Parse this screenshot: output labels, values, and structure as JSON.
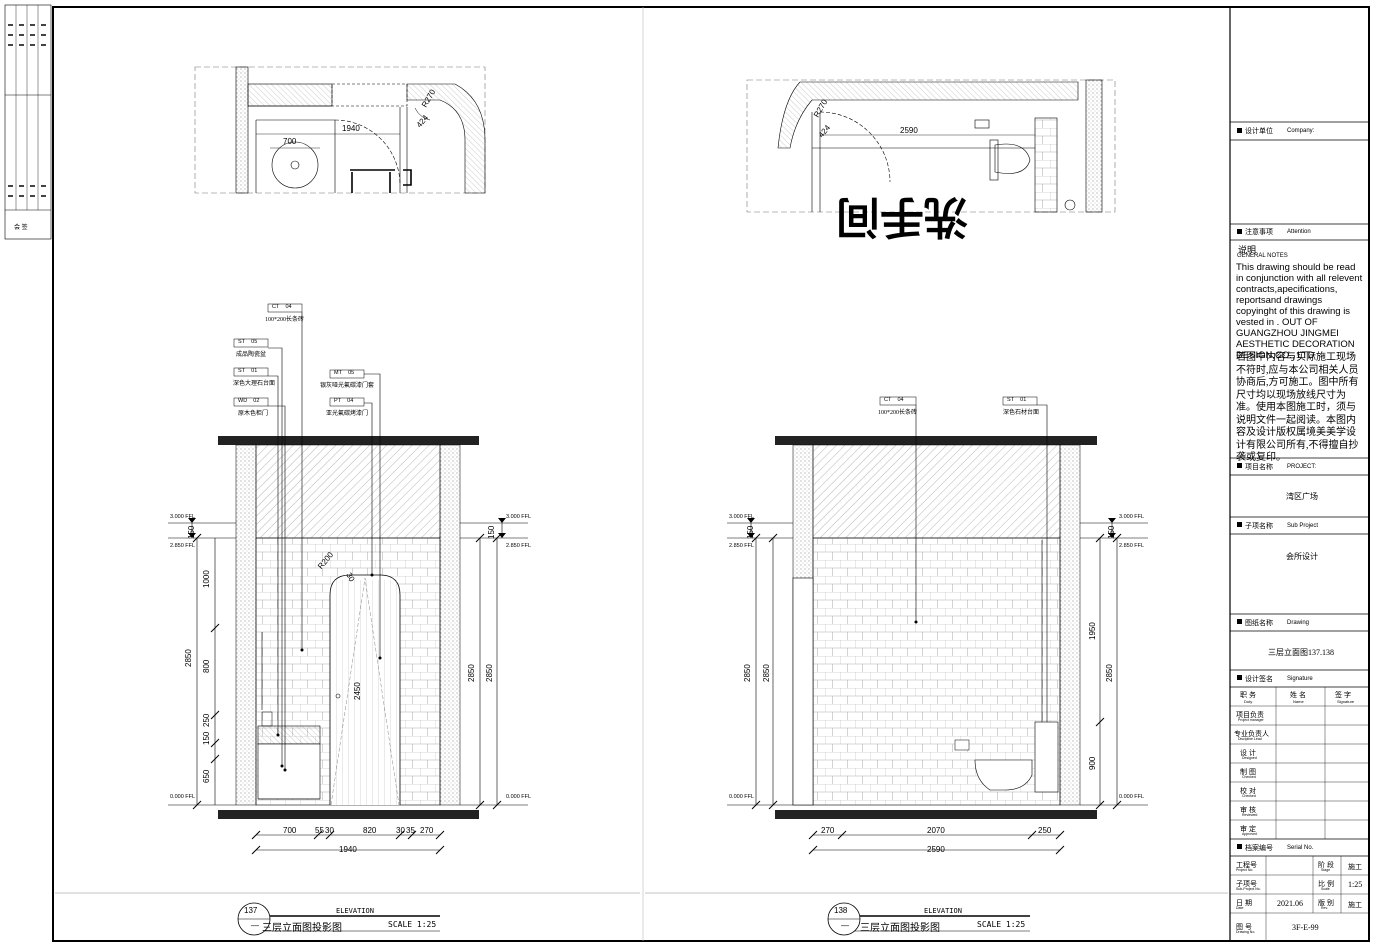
{
  "title_block": {
    "company_cn": "设计单位",
    "company_en": "Company:",
    "attention_cn": "注意事项",
    "attention_en": "Attention",
    "notes_title_cn": "说明",
    "notes_title_en": "GENERAL NOTES",
    "notes_en": "This drawing should be read in conjunction with all relevent contracts,apecifications, reportsand drawings copyinght of this drawing is vested in . OUT OF GUANGZHOU JINGMEI AESTHETIC DECORATION DESIGN,CO., LTD",
    "notes_cn": "若图中内容与实际施工现场不符时,应与本公司相关人员协商后,方可施工。图中所有尺寸均以现场放线尺寸为准。使用本图施工时，须与说明文件一起阅读。本图内容及设计版权属境美美学设计有限公司所有,不得擅自抄袭或复印。",
    "project_cn": "项目名称",
    "project_en": "PROJECT:",
    "project_value": "湾区广场",
    "subproject_cn": "子项名称",
    "subproject_en": "Sub Project",
    "subproject_value": "会所设计",
    "drawing_cn": "图纸名称",
    "drawing_en": "Drawing",
    "drawing_value": "三层立面图137.138",
    "signature_cn": "设计签名",
    "signature_en": "Signature",
    "sig_headers": [
      {
        "cn": "职 务",
        "en": "Duty"
      },
      {
        "cn": "姓 名",
        "en": "Name"
      },
      {
        "cn": "签 字",
        "en": "Signature"
      }
    ],
    "sig_rows": [
      {
        "cn": "项目负责",
        "en": "Project manager"
      },
      {
        "cn": "专业负责人",
        "en": "Discipline Lead"
      },
      {
        "cn": "设 计",
        "en": "Designed"
      },
      {
        "cn": "制 图",
        "en": "Checked"
      },
      {
        "cn": "校 对",
        "en": "Checked"
      },
      {
        "cn": "审 核",
        "en": "Reviewed"
      },
      {
        "cn": "审 定",
        "en": "Approved"
      }
    ],
    "serial_cn": "档案编号",
    "serial_en": "Serial No.",
    "project_no_cn": "工程号",
    "project_no_en": "Project No.",
    "stage_cn": "阶 段",
    "stage_en": "Stage",
    "stage_value": "施工",
    "subproject_no_cn": "子项号",
    "subproject_no_en": "Sub-Project No.",
    "scale_cn": "比 例",
    "scale_en": "Scale",
    "scale_value": "1:25",
    "date_cn": "日 期",
    "date_en": "Date",
    "date_value": "2021.06",
    "rev_cn": "版 别",
    "rev_en": "Rev.",
    "rev_value": "施工",
    "drawing_no_cn": "图 号",
    "drawing_no_en": "Drawing No.",
    "drawing_no_value": "3F-E-99"
  },
  "left_strip": {
    "label": "会 签"
  },
  "elevations": [
    {
      "number": "137",
      "index": "—",
      "title_en": "ELEVATION",
      "title_cn": "三层立面图投影图",
      "scale": "SCALE 1:25",
      "level_top": "3.000 FFL",
      "level_ceiling": "2.850 FFL",
      "level_floor": "0.000 FFL",
      "dims_bottom": [
        "700",
        "55",
        "30",
        "820",
        "30",
        "35",
        "270"
      ],
      "dim_total": "1940",
      "dims_left": [
        "1000",
        "800",
        "250",
        "150",
        "650"
      ],
      "dim_height": "2850",
      "dim_right": "2850",
      "dim_top_gap": "150",
      "dim_door": "2450",
      "radius": "R200",
      "arc_gap": "30",
      "plan_dims": [
        "700",
        "1940",
        "R270",
        "424"
      ],
      "tags": [
        {
          "code": "CT",
          "num": "04",
          "desc": "100*200长条砖"
        },
        {
          "code": "ST",
          "num": "05",
          "desc": "成品陶瓷盆"
        },
        {
          "code": "ST",
          "num": "01",
          "desc": "深色大理石台面"
        },
        {
          "code": "WD",
          "num": "02",
          "desc": "原木色柜门"
        },
        {
          "code": "MT",
          "num": "05",
          "desc": "银灰哑光氟碳漆门套"
        },
        {
          "code": "PT",
          "num": "04",
          "desc": "亚光氟碳烤漆门"
        }
      ]
    },
    {
      "number": "138",
      "index": "—",
      "title_en": "ELEVATION",
      "title_cn": "三层立面图投影图",
      "scale": "SCALE 1:25",
      "level_top": "3.000 FFL",
      "level_ceiling": "2.850 FFL",
      "level_floor": "0.000 FFL",
      "dims_bottom": [
        "270",
        "2070",
        "250"
      ],
      "dim_total": "2590",
      "dims_right": [
        "1950",
        "900"
      ],
      "dim_height": "2850",
      "dim_right": "2850",
      "dim_top_gap": "150",
      "plan_dims": [
        "2590",
        "R270",
        "424"
      ],
      "plan_room": "洗手间",
      "tags": [
        {
          "code": "CT",
          "num": "04",
          "desc": "100*200长条砖"
        },
        {
          "code": "ST",
          "num": "01",
          "desc": "深色石材台面"
        }
      ]
    }
  ],
  "colors": {
    "line": "#000000",
    "hatch": "#777777",
    "dim": "#333333"
  }
}
